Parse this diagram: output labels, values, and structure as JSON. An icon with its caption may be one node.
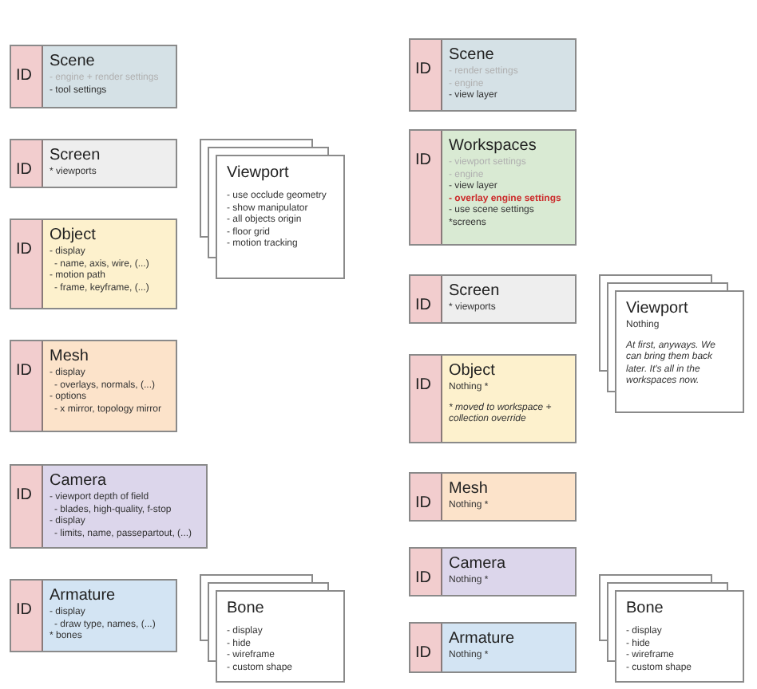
{
  "diagram": {
    "nodes": [
      {
        "text": [
          "ID",
          "Scene",
          "- engine + render settings",
          "- tool settings"
        ]
      },
      {
        "text": [
          "ID",
          "Screen",
          "* viewports"
        ]
      },
      {
        "text": [
          "Viewport",
          "- use occlude geometry",
          "- show manipulator",
          "- all objects origin",
          "- floor grid",
          "- motion tracking"
        ]
      },
      {
        "text": [
          "ID",
          "Object",
          "- display",
          "- name, axis, wire, (...)",
          "- motion path",
          "- frame, keyframe, (...)"
        ]
      },
      {
        "text": [
          "ID",
          "Mesh",
          "- display",
          "- overlays, normals, (...)",
          "- options",
          "- x mirror, topology mirror"
        ]
      },
      {
        "text": [
          "ID",
          "Camera",
          "- viewport depth of field",
          "- blades, high-quality, f-stop",
          "- display",
          "- limits, name, passepartout, (...)"
        ]
      },
      {
        "text": [
          "ID",
          "Armature",
          "- display",
          "- draw type, names, (...)",
          "*  bones"
        ]
      },
      {
        "text": [
          "Bone",
          "- display",
          "- hide",
          "- wireframe",
          "- custom shape"
        ]
      },
      {
        "text": [
          "ID",
          "Scene",
          "- render settings",
          "- engine",
          "- view layer"
        ]
      },
      {
        "text": [
          "ID",
          "Workspaces",
          "- viewport settings",
          "- engine",
          "- view layer",
          "- overlay engine settings",
          "- use scene settings",
          "*screens"
        ]
      },
      {
        "text": [
          "ID",
          "Screen",
          "* viewports"
        ]
      },
      {
        "text": [
          "Viewport",
          "Nothing",
          "At first, anyways. We can bring them back later. It's all in the workspaces now."
        ]
      },
      {
        "text": [
          "ID",
          "Object",
          "Nothing *",
          "* moved to workspace + collection override"
        ]
      },
      {
        "text": [
          "ID",
          "Mesh",
          "Nothing *"
        ]
      },
      {
        "text": [
          "ID",
          "Camera",
          "Nothing *"
        ]
      },
      {
        "text": [
          "ID",
          "Armature",
          "Nothing *"
        ]
      },
      {
        "text": [
          "Bone",
          "- display",
          "- hide",
          "- wireframe",
          "- custom shape"
        ]
      }
    ]
  }
}
